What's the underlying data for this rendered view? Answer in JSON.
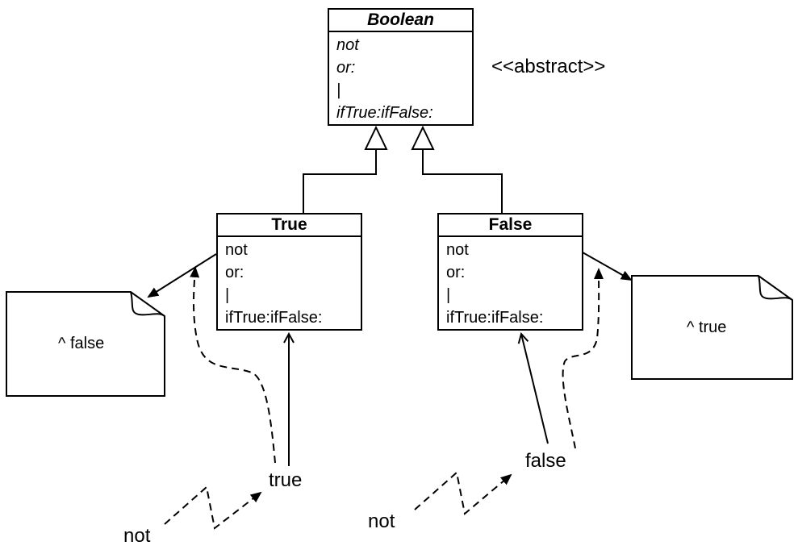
{
  "boolean_class": {
    "name": "Boolean",
    "methods": [
      "not",
      "or:",
      "|",
      "ifTrue:ifFalse:"
    ],
    "stereotype": "<<abstract>>"
  },
  "true_class": {
    "name": "True",
    "methods": [
      "not",
      "or:",
      "|",
      "ifTrue:ifFalse:"
    ]
  },
  "false_class": {
    "name": "False",
    "methods": [
      "not",
      "or:",
      "|",
      "ifTrue:ifFalse:"
    ]
  },
  "notes": {
    "true_not_result": "^ false",
    "false_not_result": "^ true"
  },
  "instances": {
    "true_label": "true",
    "false_label": "false"
  },
  "messages": {
    "left_message": "not",
    "right_message": "not"
  }
}
